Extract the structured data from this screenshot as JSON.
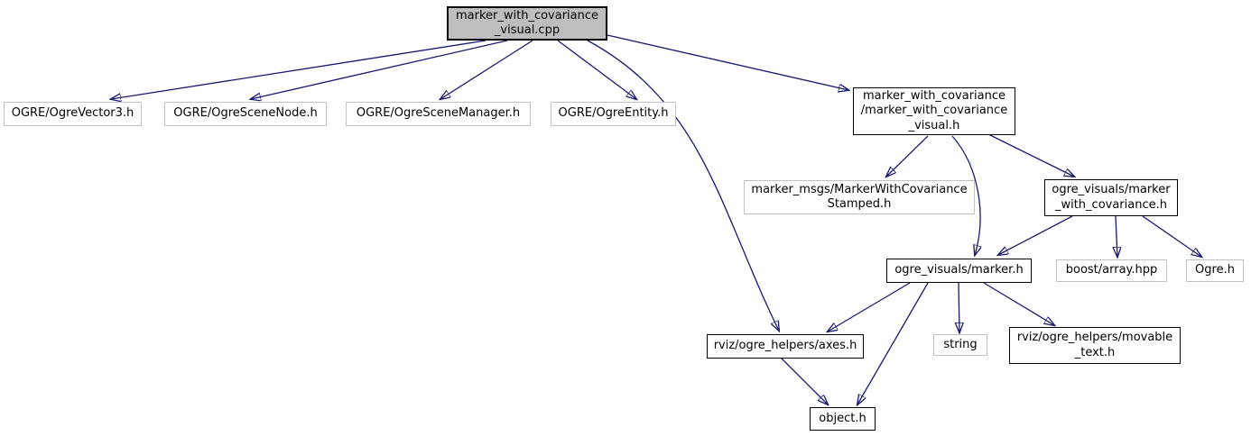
{
  "diagram": {
    "kind": "include-dependency-graph",
    "background_color": "#ffffff",
    "edge_color": "#191970",
    "source_node_fill": "#bebebe",
    "internal_node_border": "#000000",
    "external_node_border": "#c2c2c2",
    "node_fill": "#ffffff",
    "text_color": "#000000"
  },
  "nodes": {
    "cpp": {
      "label": "marker_with_covariance\n_visual.cpp",
      "type": "source"
    },
    "ogre_vector3": {
      "label": "OGRE/OgreVector3.h",
      "type": "external"
    },
    "ogre_scenenode": {
      "label": "OGRE/OgreSceneNode.h",
      "type": "external"
    },
    "ogre_scenemanager": {
      "label": "OGRE/OgreSceneManager.h",
      "type": "external"
    },
    "ogre_entity": {
      "label": "OGRE/OgreEntity.h",
      "type": "external"
    },
    "visual_h": {
      "label": "marker_with_covariance\n/marker_with_covariance\n_visual.h",
      "type": "internal"
    },
    "stamped": {
      "label": "marker_msgs/MarkerWithCovariance\nStamped.h",
      "type": "external"
    },
    "marker_with_covariance": {
      "label": "ogre_visuals/marker\n_with_covariance.h",
      "type": "internal"
    },
    "marker": {
      "label": "ogre_visuals/marker.h",
      "type": "internal"
    },
    "boost_array": {
      "label": "boost/array.hpp",
      "type": "external"
    },
    "ogre": {
      "label": "Ogre.h",
      "type": "external"
    },
    "axes": {
      "label": "rviz/ogre_helpers/axes.h",
      "type": "internal"
    },
    "string": {
      "label": "string",
      "type": "external"
    },
    "movable_text": {
      "label": "rviz/ogre_helpers/movable\n_text.h",
      "type": "internal"
    },
    "object": {
      "label": "object.h",
      "type": "internal"
    }
  },
  "edges": [
    {
      "from": "marker_with_covariance_visual.cpp",
      "to": "OGRE/OgreVector3.h"
    },
    {
      "from": "marker_with_covariance_visual.cpp",
      "to": "OGRE/OgreSceneNode.h"
    },
    {
      "from": "marker_with_covariance_visual.cpp",
      "to": "OGRE/OgreSceneManager.h"
    },
    {
      "from": "marker_with_covariance_visual.cpp",
      "to": "OGRE/OgreEntity.h"
    },
    {
      "from": "marker_with_covariance_visual.cpp",
      "to": "marker_with_covariance/marker_with_covariance_visual.h"
    },
    {
      "from": "marker_with_covariance_visual.cpp",
      "to": "rviz/ogre_helpers/axes.h"
    },
    {
      "from": "marker_with_covariance/marker_with_covariance_visual.h",
      "to": "marker_msgs/MarkerWithCovarianceStamped.h"
    },
    {
      "from": "marker_with_covariance/marker_with_covariance_visual.h",
      "to": "ogre_visuals/marker.h"
    },
    {
      "from": "marker_with_covariance/marker_with_covariance_visual.h",
      "to": "ogre_visuals/marker_with_covariance.h"
    },
    {
      "from": "ogre_visuals/marker_with_covariance.h",
      "to": "ogre_visuals/marker.h"
    },
    {
      "from": "ogre_visuals/marker_with_covariance.h",
      "to": "boost/array.hpp"
    },
    {
      "from": "ogre_visuals/marker_with_covariance.h",
      "to": "Ogre.h"
    },
    {
      "from": "ogre_visuals/marker.h",
      "to": "rviz/ogre_helpers/axes.h"
    },
    {
      "from": "ogre_visuals/marker.h",
      "to": "string"
    },
    {
      "from": "ogre_visuals/marker.h",
      "to": "rviz/ogre_helpers/movable_text.h"
    },
    {
      "from": "ogre_visuals/marker.h",
      "to": "object.h"
    },
    {
      "from": "rviz/ogre_helpers/axes.h",
      "to": "object.h"
    }
  ]
}
